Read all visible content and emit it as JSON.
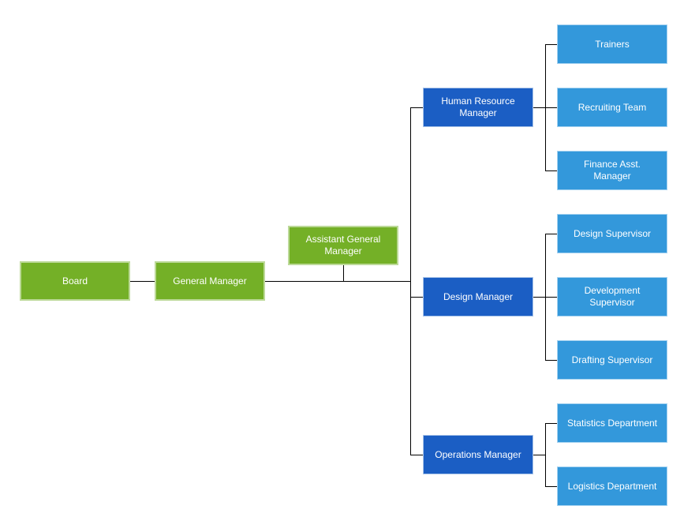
{
  "diagram": {
    "type": "org-chart",
    "colors": {
      "level1_fill": "#74b027",
      "level1_border": "#bcd998",
      "level2_fill": "#1b5ec4",
      "level2_border": "#a8c3e8",
      "level3_fill": "#3398db",
      "level3_border": "#a5d2f0",
      "connector_color": "#000000",
      "text_color": "#ffffff"
    },
    "nodes": {
      "board": {
        "label": "Board",
        "level": 1
      },
      "general_manager": {
        "label": "General Manager",
        "level": 1
      },
      "assistant_general_manager": {
        "label": "Assistant General Manager",
        "level": 1
      },
      "human_resource_manager": {
        "label": "Human Resource Manager",
        "level": 2
      },
      "design_manager": {
        "label": "Design Manager",
        "level": 2
      },
      "operations_manager": {
        "label": "Operations Manager",
        "level": 2
      },
      "trainers": {
        "label": "Trainers",
        "level": 3
      },
      "recruiting_team": {
        "label": "Recruiting Team",
        "level": 3
      },
      "finance_asst_manager": {
        "label": "Finance Asst. Manager",
        "level": 3
      },
      "design_supervisor": {
        "label": "Design Supervisor",
        "level": 3
      },
      "development_supervisor": {
        "label": "Development Supervisor",
        "level": 3
      },
      "drafting_supervisor": {
        "label": "Drafting Supervisor",
        "level": 3
      },
      "statistics_department": {
        "label": "Statistics Department",
        "level": 3
      },
      "logistics_department": {
        "label": "Logistics Department",
        "level": 3
      }
    },
    "edges": [
      {
        "from": "board",
        "to": "general_manager"
      },
      {
        "from": "general_manager",
        "to": "assistant_general_manager"
      },
      {
        "from": "general_manager",
        "to": "human_resource_manager"
      },
      {
        "from": "general_manager",
        "to": "design_manager"
      },
      {
        "from": "general_manager",
        "to": "operations_manager"
      },
      {
        "from": "human_resource_manager",
        "to": "trainers"
      },
      {
        "from": "human_resource_manager",
        "to": "recruiting_team"
      },
      {
        "from": "human_resource_manager",
        "to": "finance_asst_manager"
      },
      {
        "from": "design_manager",
        "to": "design_supervisor"
      },
      {
        "from": "design_manager",
        "to": "development_supervisor"
      },
      {
        "from": "design_manager",
        "to": "drafting_supervisor"
      },
      {
        "from": "operations_manager",
        "to": "statistics_department"
      },
      {
        "from": "operations_manager",
        "to": "logistics_department"
      }
    ]
  }
}
